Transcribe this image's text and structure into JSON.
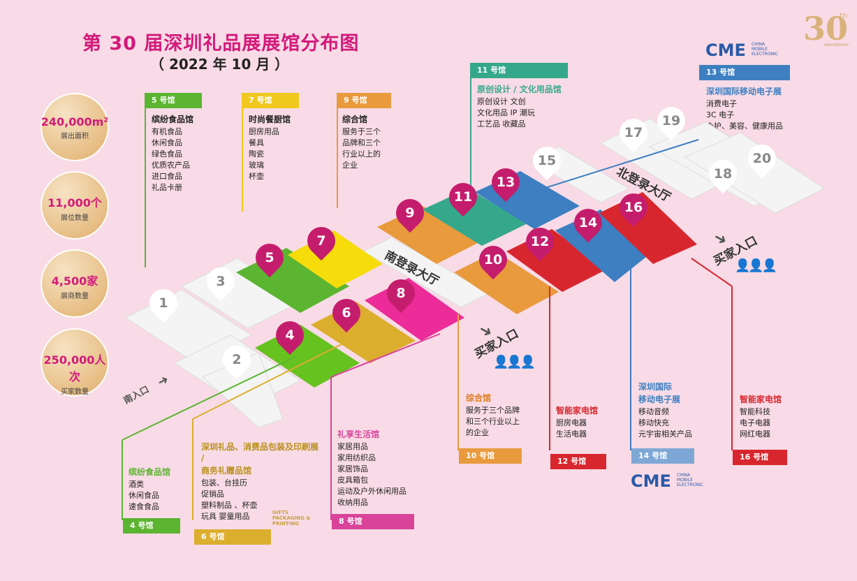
{
  "title": "第 30 届深圳礼品展展馆分布图",
  "subtitle": "（ 2022 年 10 月 ）",
  "anniversary": {
    "number": "30",
    "suffix": "th",
    "caption": "ANNIVERSARY"
  },
  "stats": [
    {
      "value": "240,000m²",
      "label": "展出面积"
    },
    {
      "value": "11,000个",
      "label": "展位数量"
    },
    {
      "value": "4,500家",
      "label": "展商数量"
    },
    {
      "value": "250,000人次",
      "label": "买家数量"
    }
  ],
  "halls": {
    "h5": {
      "header": "5 号馆",
      "title": "缤纷食品馆",
      "items": [
        "有机食品",
        "休闲食品",
        "绿色食品",
        "优质农产品",
        "进口食品",
        "礼品卡册"
      ],
      "color": "#5cb531"
    },
    "h7": {
      "header": "7 号馆",
      "title": "时尚餐厨馆",
      "items": [
        "厨房用品",
        "餐具",
        "陶瓷",
        "玻璃",
        "杯壶"
      ],
      "color": "#f0c81e"
    },
    "h9": {
      "header": "9 号馆",
      "title": "综合馆",
      "items": [
        "服务于三个",
        "品牌和三个",
        "行业以上的",
        "企业"
      ],
      "color": "#e89a3c"
    },
    "h11": {
      "header": "11 号馆",
      "title": "原创设计 / 文化用品馆",
      "items": [
        "原创设计  文创",
        "文化用品  IP 潮玩",
        "工艺品  收藏品"
      ],
      "color": "#35a88c"
    },
    "h13": {
      "header": "13 号馆",
      "title": "深圳国际移动电子展",
      "items": [
        "消费电子",
        "3C 电子",
        "个护、美容、健康用品"
      ],
      "color": "#3d7fc1"
    },
    "h4": {
      "header": "4 号馆",
      "title": "缤纷食品馆",
      "items": [
        "酒类",
        "休闲食品",
        "速食食品"
      ],
      "color": "#5cb531"
    },
    "h6": {
      "header": "6 号馆",
      "title": "深圳礼品、消费品包装及印刷展 /",
      "title2": "商务礼赠品馆",
      "items": [
        "包装、台挂历",
        "促销品",
        "塑料制品 、杯壶",
        "玩具  婴童用品"
      ],
      "color": "#dcae2e"
    },
    "h8": {
      "header": "8 号馆",
      "title": "礼享生活馆",
      "items": [
        "家居用品",
        "家用纺织品",
        "家居饰品",
        "皮具箱包",
        "运动及户外休闲用品",
        "收纳用品"
      ],
      "color": "#d9449a"
    },
    "h10": {
      "header": "10 号馆",
      "title": "综合馆",
      "items": [
        "服务于三个品牌",
        "和三个行业以上",
        "的企业"
      ],
      "color": "#e89a3c"
    },
    "h12": {
      "header": "12 号馆",
      "title": "智能家电馆",
      "items": [
        "厨房电器",
        "生活电器"
      ],
      "color": "#d8262e"
    },
    "h14": {
      "header": "14 号馆",
      "title": "深圳国际",
      "title2": "移动电子展",
      "items": [
        "移动音频",
        "移动快充",
        "元宇宙相关产品"
      ],
      "color": "#3d7fc1"
    },
    "h16": {
      "header": "16 号馆",
      "title": "智能家电馆",
      "items": [
        "智能科技",
        "电子电器",
        "网红电器"
      ],
      "color": "#d8262e"
    }
  },
  "map": {
    "pins": [
      "1",
      "2",
      "3",
      "4",
      "5",
      "6",
      "7",
      "8",
      "9",
      "10",
      "11",
      "12",
      "13",
      "14",
      "15",
      "16",
      "17",
      "18",
      "19",
      "20"
    ],
    "lobby_south": "南登录大厅",
    "lobby_north": "北登录大厅",
    "entrance_buyer": "买家入口",
    "entrance_south": "南入口"
  },
  "cme": {
    "logo": "CME",
    "caption": "CHINA MOBILE ELECTRONIC"
  },
  "gifts_logo": "GIFTS PACKAGING & PRINTING"
}
